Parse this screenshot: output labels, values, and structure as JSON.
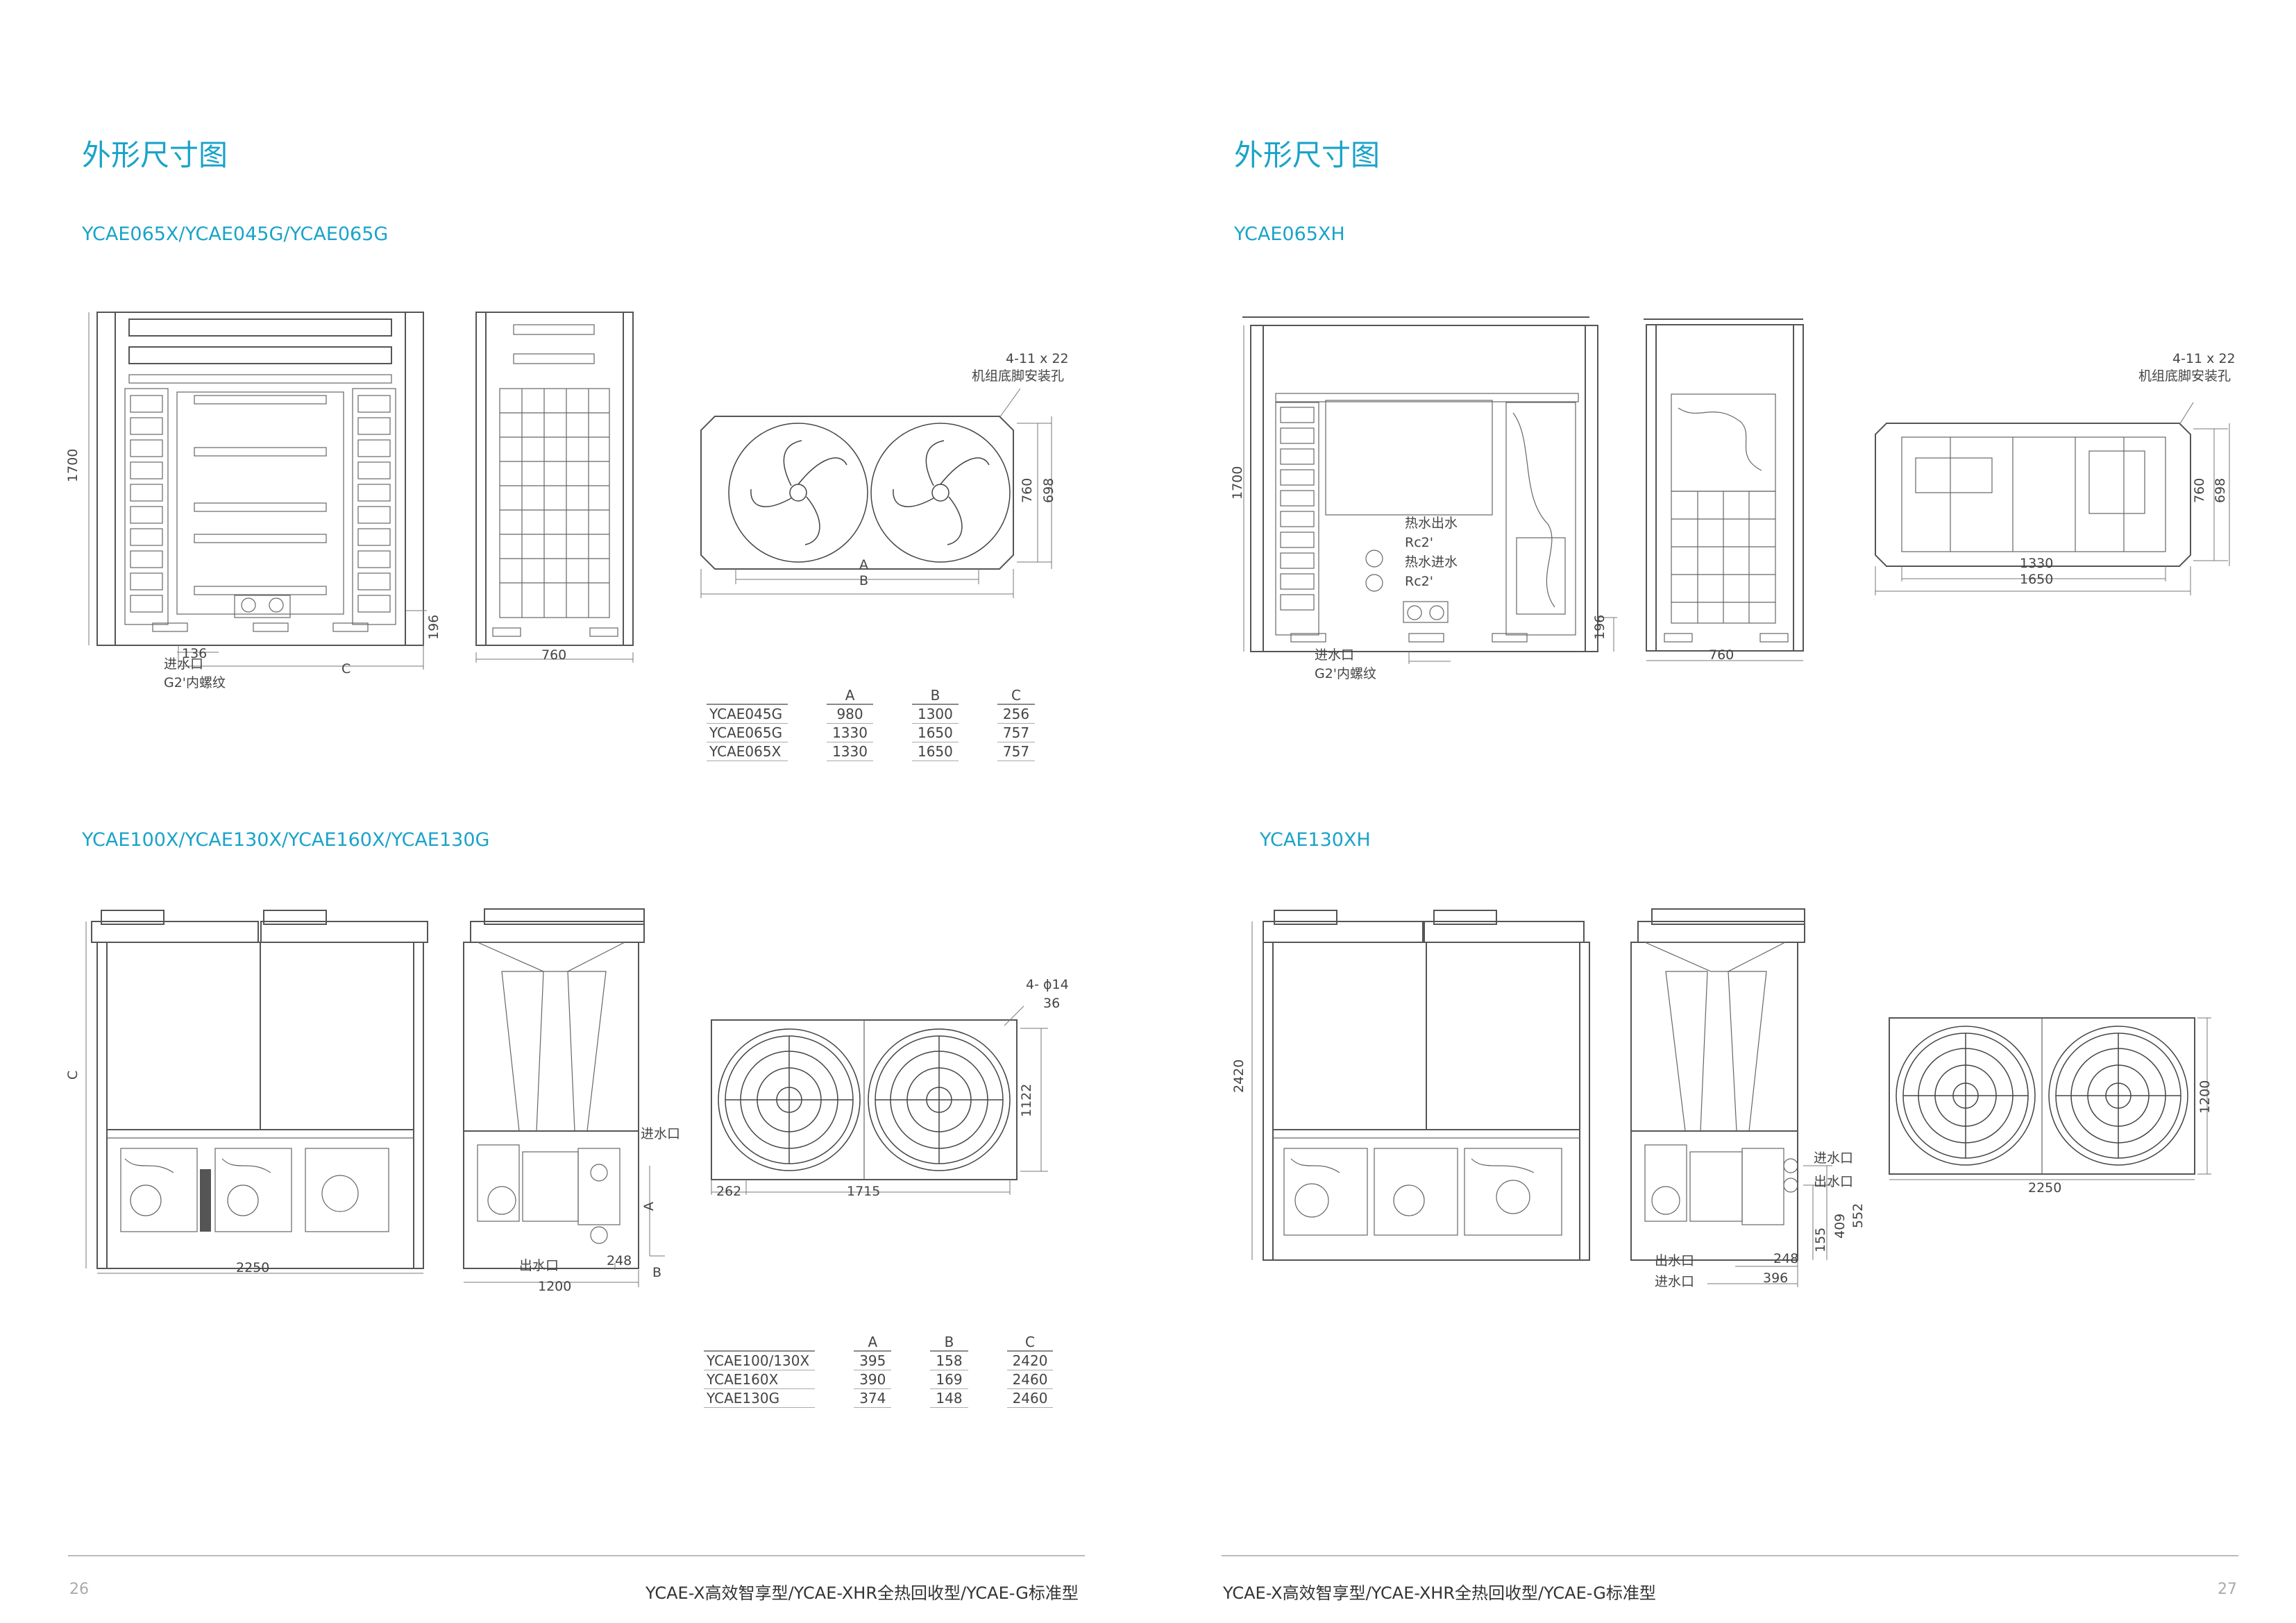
{
  "left_page": {
    "title": "外形尺寸图",
    "section1": {
      "models": "YCAE065X/YCAE045G/YCAE065G",
      "dims": {
        "height": "1700",
        "side_width": "760",
        "base": "196",
        "inlet_offset": "136",
        "c_label": "C"
      },
      "inlet_label": "进水口",
      "inlet_thread": "G2'内螺纹",
      "top_view": {
        "holes_line1": "4-11 x 22",
        "holes_line2": "机组底脚安装孔",
        "a_label": "A",
        "b_label": "B",
        "d1": "760",
        "d2": "698"
      },
      "table": {
        "headers": [
          "",
          "A",
          "B",
          "C"
        ],
        "rows": [
          [
            "YCAE045G",
            "980",
            "1300",
            "256"
          ],
          [
            "YCAE065G",
            "1330",
            "1650",
            "757"
          ],
          [
            "YCAE065X",
            "1330",
            "1650",
            "757"
          ]
        ]
      }
    },
    "section2": {
      "models": "YCAE100X/YCAE130X/YCAE160X/YCAE130G",
      "dims": {
        "c_label": "C",
        "width": "2250",
        "side_width": "1200",
        "offset": "248",
        "a_label": "A",
        "b_label": "B"
      },
      "inlet_label": "进水口",
      "outlet_label": "出水口",
      "top_view": {
        "holes": "4- ϕ14",
        "edge": "36",
        "d_height": "1122",
        "d_left": "262",
        "d_width": "1715"
      },
      "table": {
        "headers": [
          "",
          "A",
          "B",
          "C"
        ],
        "rows": [
          [
            "YCAE100/130X",
            "395",
            "158",
            "2420"
          ],
          [
            "YCAE160X",
            "390",
            "169",
            "2460"
          ],
          [
            "YCAE130G",
            "374",
            "148",
            "2460"
          ]
        ]
      }
    },
    "page_number": "26",
    "footer": "YCAE-X高效智享型/YCAE-XHR全热回收型/YCAE-G标准型"
  },
  "right_page": {
    "title": "外形尺寸图",
    "section1": {
      "models": "YCAE065XH",
      "dims": {
        "height": "1700",
        "side_width": "760",
        "base": "196"
      },
      "hot_out_label": "热水出水",
      "hot_out_thread": "Rc2'",
      "hot_in_label": "热水进水",
      "hot_in_thread": "Rc2'",
      "inlet_label": "进水口",
      "inlet_thread": "G2'内螺纹",
      "top_view": {
        "holes_line1": "4-11 x 22",
        "holes_line2": "机组底脚安装孔",
        "d1": "760",
        "d2": "698",
        "w1": "1330",
        "w2": "1650"
      }
    },
    "section2": {
      "models": "YCAE130XH",
      "dims": {
        "height": "2420",
        "top_width": "2250",
        "top_height": "1200",
        "d248": "248",
        "d396": "396",
        "d409": "409",
        "d552": "552",
        "d155": "155"
      },
      "inlet_label": "进水口",
      "outlet_label": "出水口",
      "outlet_label2": "出水口",
      "inlet_label2": "进水口"
    },
    "page_number": "27",
    "footer": "YCAE-X高效智享型/YCAE-XHR全热回收型/YCAE-G标准型"
  }
}
